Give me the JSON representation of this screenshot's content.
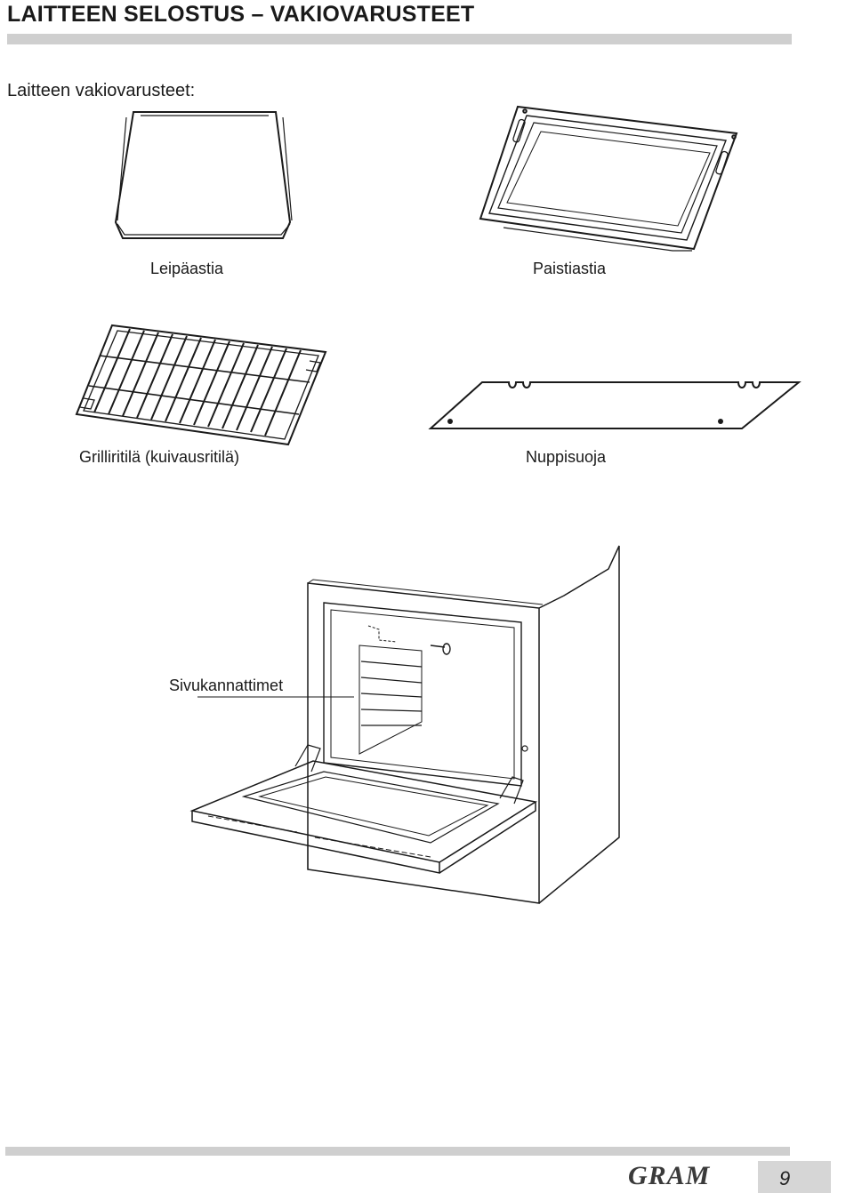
{
  "header": {
    "title": "LAITTEEN SELOSTUS – VAKIOVARUSTEET",
    "subtitle": "Laitteen vakiovarusteet:"
  },
  "items": [
    {
      "caption": "Leipäastia",
      "icon": "baking-tray-icon"
    },
    {
      "caption": "Paistiastia",
      "icon": "roasting-pan-icon"
    },
    {
      "caption": "Grilliritilä (kuivausritilä)",
      "icon": "grill-rack-icon"
    },
    {
      "caption": "Nuppisuoja",
      "icon": "knob-guard-icon"
    }
  ],
  "oven_figure": {
    "label": "Sivukannattimet",
    "icon": "oven-side-supports-icon"
  },
  "footer": {
    "logo_text": "GRAM",
    "page_number": "9"
  },
  "colors": {
    "rule": "#cfcfcf",
    "page_box": "#d6d6d6",
    "line": "#1a1a1a"
  }
}
